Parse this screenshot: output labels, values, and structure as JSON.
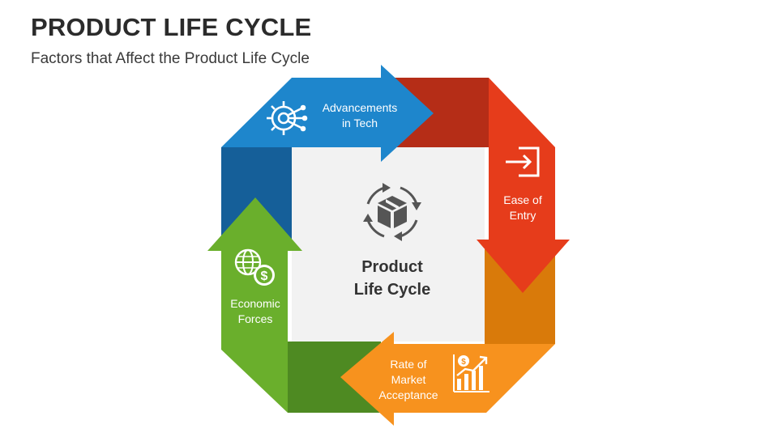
{
  "header": {
    "title": "PRODUCT LIFE CYCLE",
    "subtitle": "Factors that Affect the Product Life Cycle"
  },
  "center": {
    "line1": "Product",
    "line2": "Life Cycle",
    "icon": "box-cycle-icon"
  },
  "factors": [
    {
      "line1": "Advancements",
      "line2": "in Tech",
      "icon": "tech-gear-circuit-icon",
      "color": "#1e86cc"
    },
    {
      "line1": "Ease of",
      "line2": "Entry",
      "icon": "enter-arrow-icon",
      "color": "#e63c1b"
    },
    {
      "line1": "Rate of",
      "line2": "Market",
      "line3": "Acceptance",
      "icon": "growth-chart-dollar-icon",
      "color": "#f7921e"
    },
    {
      "line1": "Economic",
      "line2": "Forces",
      "icon": "globe-dollar-icon",
      "color": "#6aaf2c"
    }
  ],
  "colors": {
    "blue": "#1e86cc",
    "blue_dark": "#155f99",
    "red": "#e63c1b",
    "red_dark": "#b52d17",
    "orange": "#f7921e",
    "orange_dark": "#d97a0a",
    "green": "#6aaf2c",
    "green_dark": "#4e8a22",
    "center_bg": "#f2f2f2"
  }
}
